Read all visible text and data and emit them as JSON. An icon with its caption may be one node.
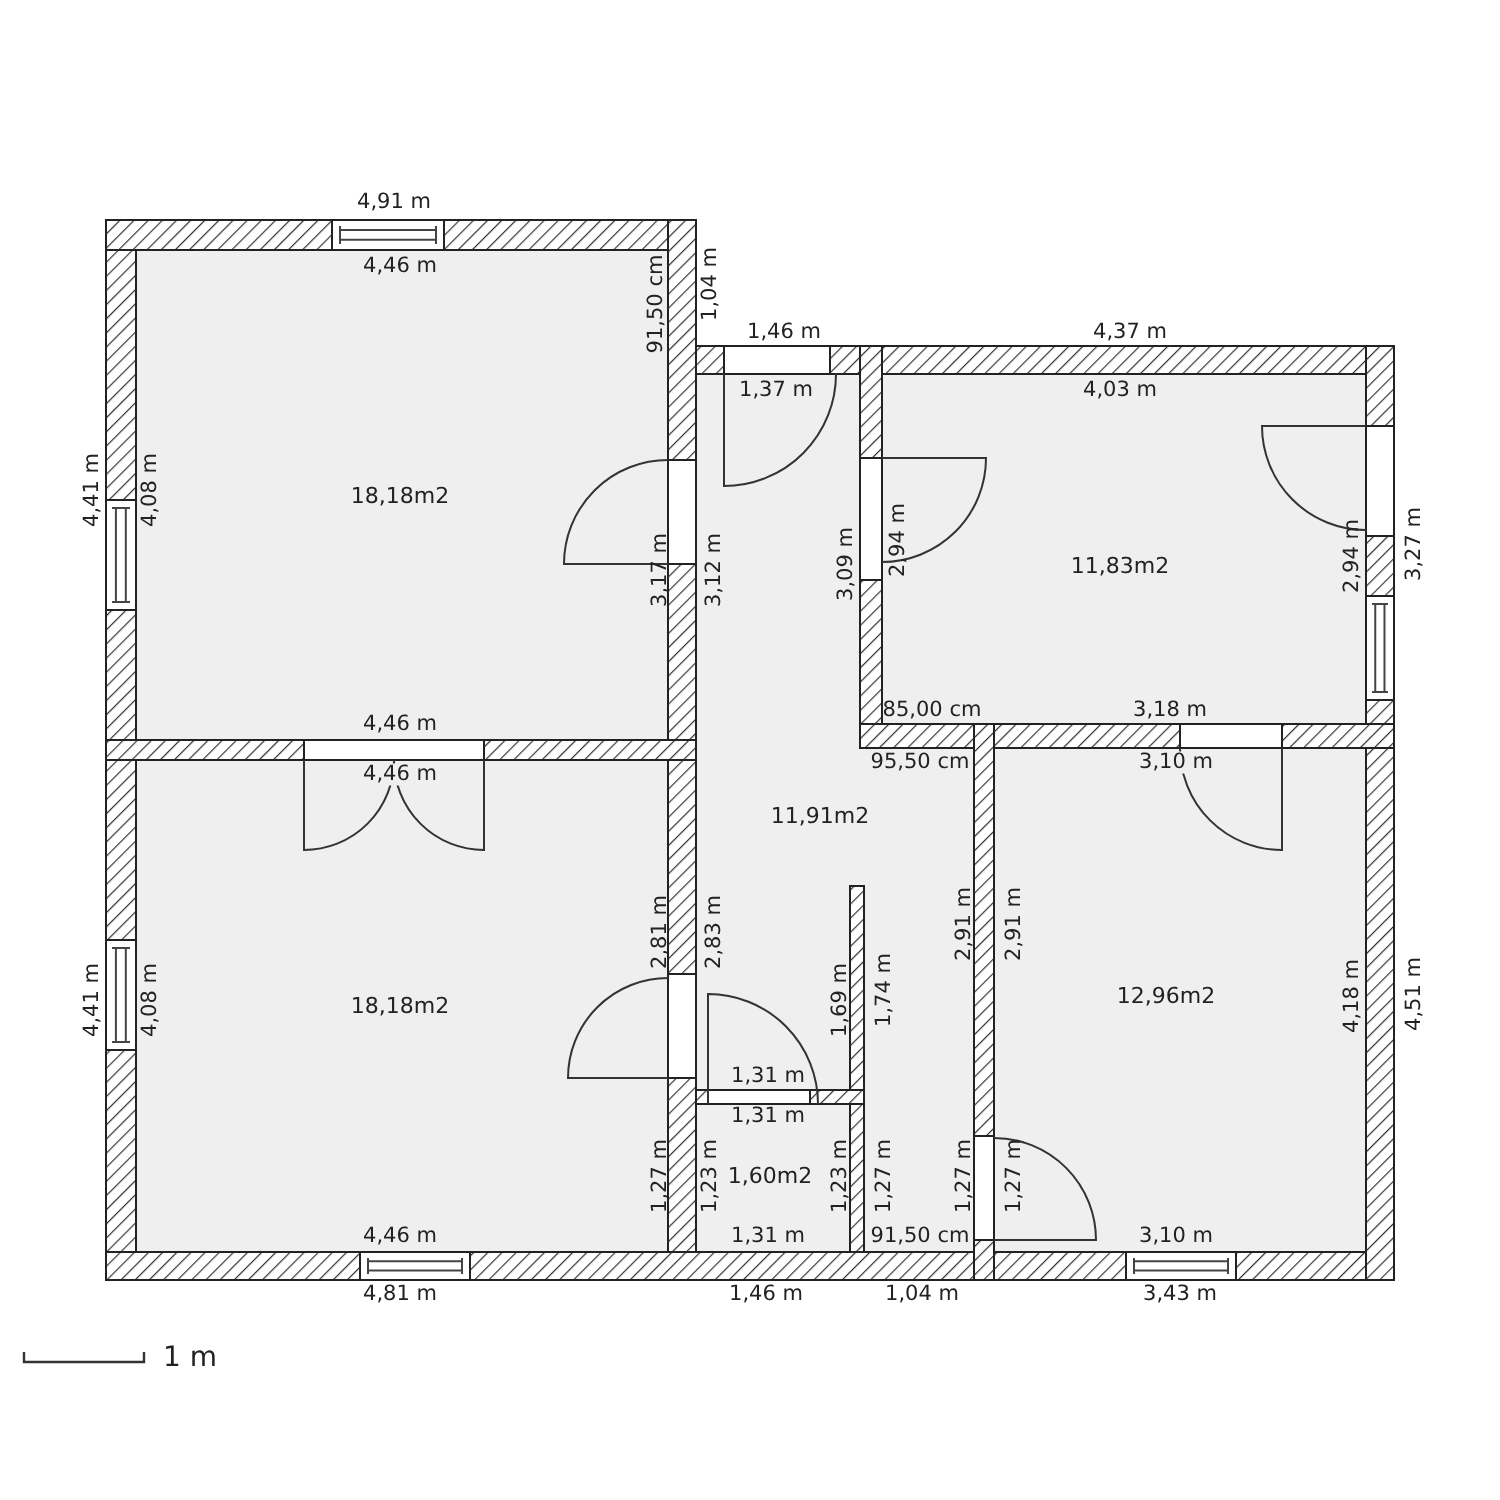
{
  "diagram": {
    "nodes": [
      {
        "text": [
          "18,18m2"
        ]
      },
      {
        "text": [
          "11,83m2"
        ]
      },
      {
        "text": [
          "11,91m2"
        ]
      },
      {
        "text": [
          "18,18m2"
        ]
      },
      {
        "text": [
          "12,96m2"
        ]
      },
      {
        "text": [
          "1,60m2"
        ]
      }
    ],
    "labels": [
      "4,91 m",
      "1,04 m",
      "4,46 m",
      "91,50 cm",
      "1,46 m",
      "4,37 m",
      "1,37 m",
      "4,03 m",
      "4,41 m",
      "4,08 m",
      "3,17 m",
      "3,12 m",
      "3,09 m",
      "2,94 m",
      "2,94 m",
      "3,27 m",
      "4,46 m",
      "85,00 cm",
      "3,18 m",
      "4,46 m",
      "95,50 cm",
      "3,10 m",
      "4,41 m",
      "4,08 m",
      "2,81 m",
      "2,83 m",
      "2,91 m",
      "2,91 m",
      "1,69 m",
      "1,74 m",
      "4,18 m",
      "4,51 m",
      "1,31 m",
      "1,31 m",
      "1,27 m",
      "1,23 m",
      "1,23 m",
      "1,27 m",
      "1,27 m",
      "1,27 m",
      "4,46 m",
      "1,31 m",
      "91,50 cm",
      "3,10 m",
      "4,81 m",
      "1,46 m",
      "1,04 m",
      "3,43 m",
      "1 m"
    ]
  }
}
